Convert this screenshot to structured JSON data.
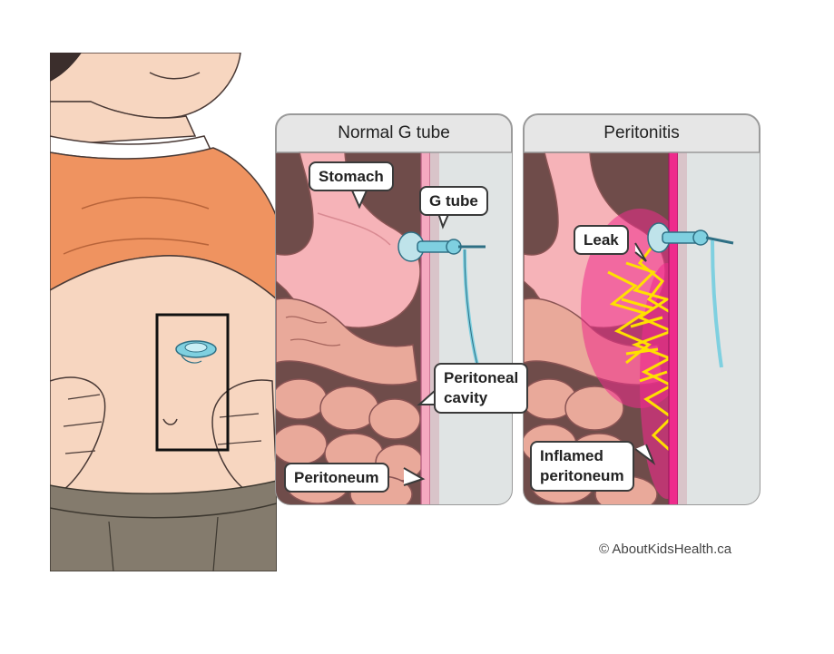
{
  "panels": {
    "normal": {
      "title": "Normal G tube",
      "labels": {
        "stomach": "Stomach",
        "g_tube": "G tube",
        "peritoneal_cavity_line1": "Peritoneal",
        "peritoneal_cavity_line2": "cavity",
        "peritoneum": "Peritoneum"
      }
    },
    "peritonitis": {
      "title": "Peritonitis",
      "labels": {
        "leak": "Leak",
        "inflamed_line1": "Inflamed",
        "inflamed_line2": "peritoneum"
      }
    }
  },
  "credit": "© AboutKidsHealth.ca",
  "colors": {
    "skin": "#f7d6c0",
    "shirt": "#ef9360",
    "pants": "#847b6d",
    "stomach": "#f6b3b8",
    "intestine": "#e9a99a",
    "cavity": "#6f4c4a",
    "tube": "#7fd0e0",
    "inflammation_pink": "#ee2c8c",
    "pus_yellow": "#ffe000"
  }
}
